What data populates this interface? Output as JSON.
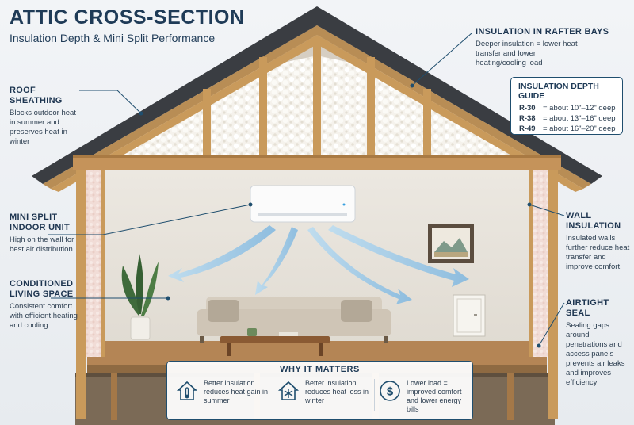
{
  "title": "ATTIC CROSS-SECTION",
  "subtitle": "Insulation Depth & Mini Split Performance",
  "labels": {
    "roof": {
      "heading": "ROOF SHEATHING",
      "desc": "Blocks outdoor heat in summer and preserves heat in winter"
    },
    "rafter": {
      "heading": "INSULATION IN RAFTER BAYS",
      "desc": "Deeper insulation = lower heat transfer and lower heating/cooling load"
    },
    "minisplit": {
      "heading1": "MINI SPLIT",
      "heading2": "INDOOR UNIT",
      "desc": "High on the wall for best air distribution"
    },
    "living": {
      "heading1": "CONDITIONED",
      "heading2": "LIVING SPACE",
      "desc": "Consistent comfort with efficient heating and cooling"
    },
    "wall": {
      "heading": "WALL INSULATION",
      "desc": "Insulated walls further reduce heat transfer and improve comfort"
    },
    "airtight": {
      "heading": "AIRTIGHT SEAL",
      "desc": "Sealing gaps around penetrations and access panels prevents air leaks and improves efficiency"
    }
  },
  "guide": {
    "heading": "INSULATION DEPTH GUIDE",
    "rows": [
      {
        "r": "R-30",
        "v": "= about 10\"–12\" deep"
      },
      {
        "r": "R-38",
        "v": "= about 13\"–16\" deep"
      },
      {
        "r": "R-49",
        "v": "= about 16\"–20\" deep"
      }
    ]
  },
  "why": {
    "heading": "WHY IT MATTERS",
    "items": [
      {
        "icon": "house-thermometer-icon",
        "text": "Better insulation reduces heat gain in summer"
      },
      {
        "icon": "house-snowflake-icon",
        "text": "Better insulation reduces heat loss in winter"
      },
      {
        "icon": "dollar-icon",
        "text": "Lower load = improved comfort and lower energy bills"
      }
    ]
  },
  "colors": {
    "accent": "#1f4e6e",
    "wood": "#c99a5b",
    "insulation": "#f4f1ea",
    "arrow": "#8fc3e6"
  }
}
